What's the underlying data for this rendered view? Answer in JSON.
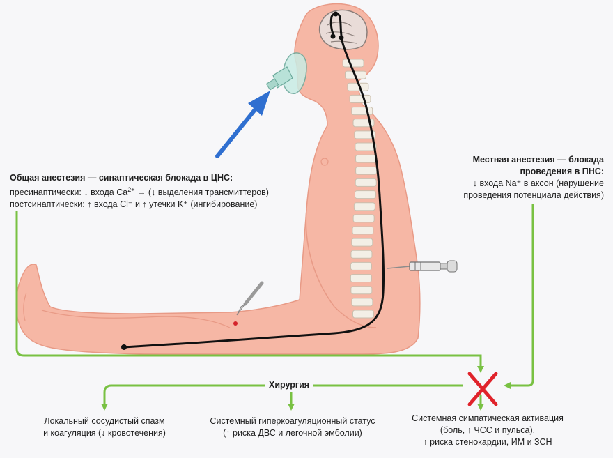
{
  "general_anesthesia": {
    "title": "Общая анестезия — синаптическая блокада в ЦНС:",
    "presynaptic_prefix": "пресинаптически: ↓ входа Ca",
    "presynaptic_sup": "2+",
    "presynaptic_suffix": " → (↓ выделения трансмиттеров)",
    "postsynaptic": "постсинаптически: ↑ входа Cl⁻ и ↑ утечки K⁺ (ингибирование)"
  },
  "local_anesthesia": {
    "title_line1": "Местная анестезия — блокада",
    "title_line2": "проведения в ПНС:",
    "line1": "↓ входа Na⁺ в аксон (нарушение",
    "line2": "проведения потенциала действия)"
  },
  "surgery": {
    "label": "Хирургия"
  },
  "outcomes": {
    "local": {
      "line1": "Локальный сосудистый спазм",
      "line2": "и коагуляция (↓ кровотечения)"
    },
    "systemic": {
      "line1": "Системный гиперкоагуляционный статус",
      "line2": "(↑ риска ДВС и легочной эмболии)"
    },
    "sympathetic": {
      "line1": "Системная симпатическая активация",
      "line2": "(боль, ↑ ЧСС и пульса),",
      "line3": "↑ риска стенокардии, ИМ и ЗСН"
    }
  },
  "colors": {
    "body": "#f6b7a5",
    "body_outline": "#e89a86",
    "green_arrow": "#79c143",
    "blue_arrow": "#2f6fd0",
    "nerve": "#111111",
    "cross": "#e0232b",
    "bone": "#f3efe6"
  },
  "icons": {
    "mask": "anesthesia-mask-icon",
    "syringe": "syringe-icon",
    "scalpel": "scalpel-icon",
    "brain": "brain-icon",
    "spine": "spine-icon",
    "block_mark": "x-block-icon"
  }
}
